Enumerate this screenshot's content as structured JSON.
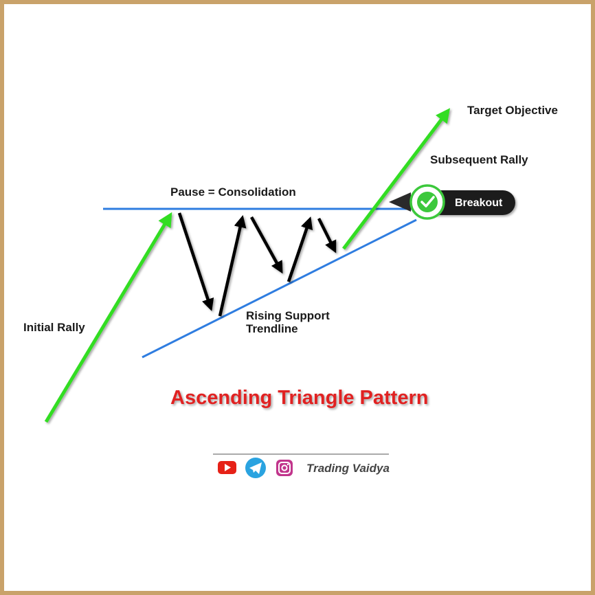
{
  "labels": {
    "target_objective": "Target Objective",
    "subsequent_rally": "Subsequent Rally",
    "pause_consolidation": "Pause = Consolidation",
    "breakout": "Breakout",
    "initial_rally": "Initial Rally",
    "rising_support_line1": "Rising Support",
    "rising_support_line2": "Trendline"
  },
  "title": "Ascending Triangle Pattern",
  "footer": {
    "brand": "Trading Vaidya",
    "social_icons": [
      "youtube-icon",
      "telegram-icon",
      "instagram-icon"
    ]
  },
  "colors": {
    "frame": "#c9a26a",
    "trendline": "#2f7de0",
    "rally_arrow": "#33dd22",
    "price_arrow": "#000000",
    "title": "#e02020",
    "badge_bg": "#1e1e1e",
    "check": "#3cc83c"
  }
}
